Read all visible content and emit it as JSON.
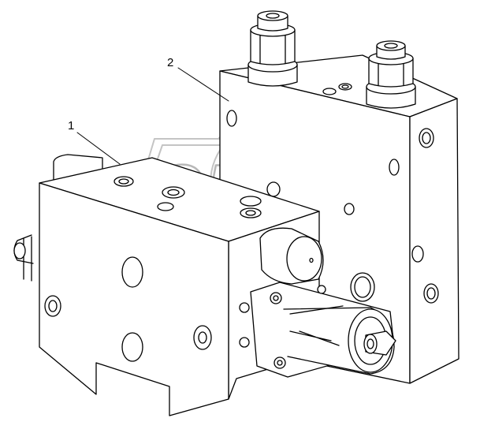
{
  "diagram": {
    "callouts": [
      {
        "number": "1",
        "part": "valve-block-front"
      },
      {
        "number": "2",
        "part": "valve-block-rear"
      }
    ],
    "watermark": {
      "text": "OPEX"
    },
    "colors": {
      "line": "#000000",
      "watermark": "#bfbfbf",
      "background": "#ffffff"
    }
  }
}
